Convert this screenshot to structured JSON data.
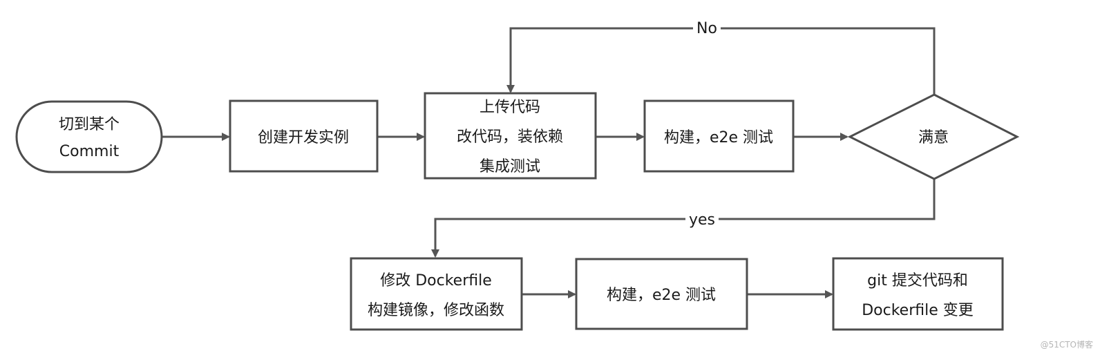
{
  "nodes": {
    "start": {
      "lines": [
        "切到某个",
        "Commit"
      ]
    },
    "create_instance": {
      "lines": [
        "创建开发实例"
      ]
    },
    "upload_code": {
      "lines": [
        "上传代码",
        "改代码，装依赖",
        "集成测试"
      ]
    },
    "build_test_1": {
      "lines": [
        "构建，e2e 测试"
      ]
    },
    "satisfied": {
      "lines": [
        "满意"
      ]
    },
    "modify_dockerfile": {
      "lines": [
        "修改 Dockerfile",
        "构建镜像，修改函数"
      ]
    },
    "build_test_2": {
      "lines": [
        "构建，e2e 测试"
      ]
    },
    "git_commit": {
      "lines": [
        "git 提交代码和",
        "Dockerfile 变更"
      ]
    }
  },
  "edges": {
    "no_label": "No",
    "yes_label": "yes"
  },
  "watermark": "@51CTO博客",
  "colors": {
    "stroke": "#4d4d4d",
    "arrow": "#555555",
    "text": "#1a1a1a",
    "background": "#ffffff"
  }
}
